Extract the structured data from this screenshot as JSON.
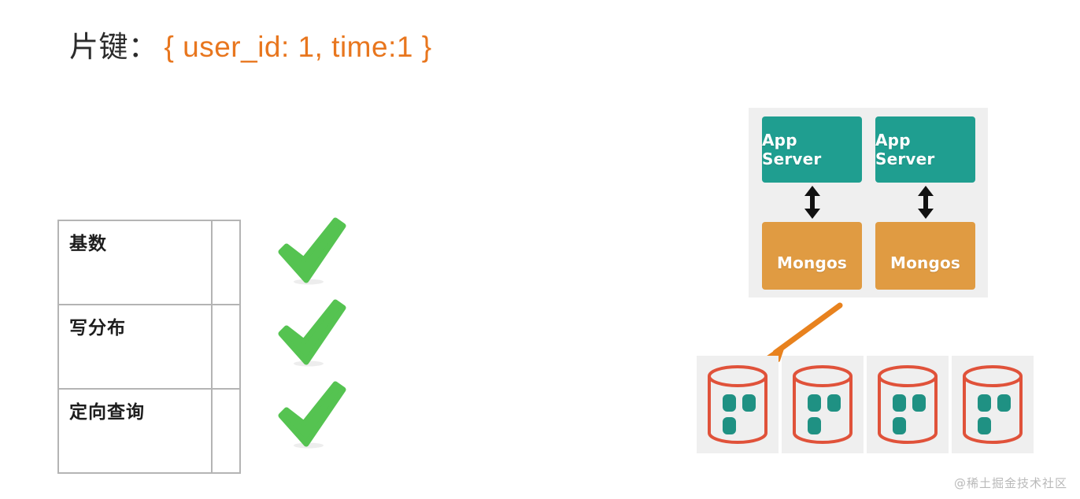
{
  "title": {
    "label": "片键：",
    "value": "{ user_id: 1, time:1 }",
    "label_color": "#2b2b2b",
    "value_color": "#e8761e"
  },
  "criteria_table": {
    "rows": [
      {
        "label": "基数",
        "mark": "check",
        "mark_icon": "green-check-icon"
      },
      {
        "label": "写分布",
        "mark": "check",
        "mark_icon": "green-check-icon"
      },
      {
        "label": "定向查询",
        "mark": "check",
        "mark_icon": "green-check-icon"
      }
    ],
    "border_color": "#b4b4b4",
    "check_color": "#55c351"
  },
  "architecture": {
    "panel_background": "#efefef",
    "app_color": "#1f9e90",
    "mongos_color": "#e09b42",
    "columns": [
      {
        "app_label": "App Server",
        "mongos_label": "Mongos",
        "link_icon": "double-arrow-vertical-icon"
      },
      {
        "app_label": "App Server",
        "mongos_label": "Mongos",
        "link_icon": "double-arrow-vertical-icon"
      }
    ],
    "pointer": {
      "icon": "arrow-down-left-icon",
      "color": "#e8821e"
    }
  },
  "shards": {
    "tile_background": "#efefef",
    "cylinder_color": "#e0523a",
    "chunk_color": "#1f9183",
    "items": [
      {
        "icon": "database-cylinder-icon",
        "chunks": 3
      },
      {
        "icon": "database-cylinder-icon",
        "chunks": 3
      },
      {
        "icon": "database-cylinder-icon",
        "chunks": 3
      },
      {
        "icon": "database-cylinder-icon",
        "chunks": 3
      }
    ]
  },
  "watermark": {
    "text": "@稀土掘金技术社区"
  }
}
